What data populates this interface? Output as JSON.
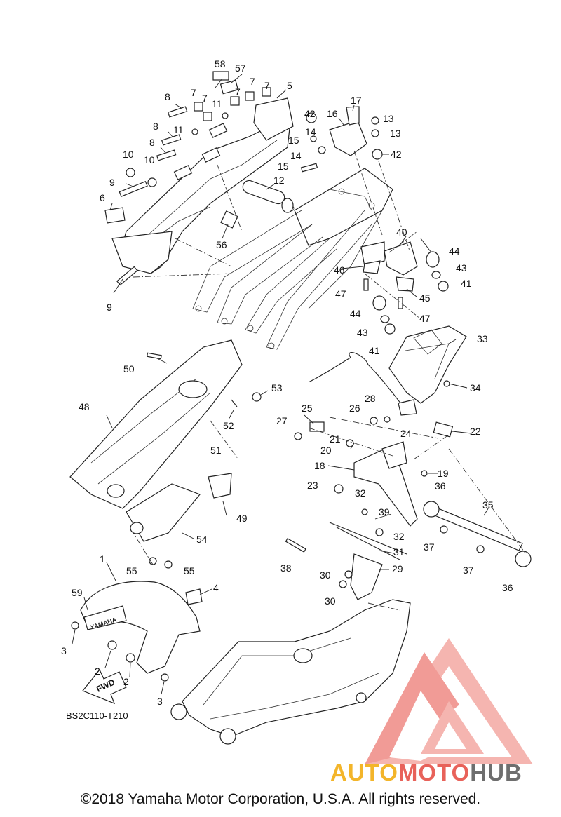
{
  "diagram": {
    "drawing_code": "BS2C110-T210",
    "fwd_label": "FWD",
    "fender_brand": "YAMAHA",
    "part_labels": [
      {
        "id": "p58",
        "text": "58"
      },
      {
        "id": "p57",
        "text": "57"
      },
      {
        "id": "p5",
        "text": "5"
      },
      {
        "id": "p7a",
        "text": "7"
      },
      {
        "id": "p7b",
        "text": "7"
      },
      {
        "id": "p7c",
        "text": "7"
      },
      {
        "id": "p7d",
        "text": "7"
      },
      {
        "id": "p7e",
        "text": "7"
      },
      {
        "id": "p8a",
        "text": "8"
      },
      {
        "id": "p8b",
        "text": "8"
      },
      {
        "id": "p8c",
        "text": "8"
      },
      {
        "id": "p11a",
        "text": "11"
      },
      {
        "id": "p11b",
        "text": "11"
      },
      {
        "id": "p10a",
        "text": "10"
      },
      {
        "id": "p10b",
        "text": "10"
      },
      {
        "id": "p9a",
        "text": "9"
      },
      {
        "id": "p9b",
        "text": "9"
      },
      {
        "id": "p6",
        "text": "6"
      },
      {
        "id": "p12",
        "text": "12"
      },
      {
        "id": "p56",
        "text": "56"
      },
      {
        "id": "p17",
        "text": "17"
      },
      {
        "id": "p16",
        "text": "16"
      },
      {
        "id": "p42a",
        "text": "42"
      },
      {
        "id": "p42b",
        "text": "42"
      },
      {
        "id": "p13a",
        "text": "13"
      },
      {
        "id": "p13b",
        "text": "13"
      },
      {
        "id": "p14a",
        "text": "14"
      },
      {
        "id": "p14b",
        "text": "14"
      },
      {
        "id": "p15a",
        "text": "15"
      },
      {
        "id": "p15b",
        "text": "15"
      },
      {
        "id": "p40",
        "text": "40"
      },
      {
        "id": "p44a",
        "text": "44"
      },
      {
        "id": "p44b",
        "text": "44"
      },
      {
        "id": "p43a",
        "text": "43"
      },
      {
        "id": "p43b",
        "text": "43"
      },
      {
        "id": "p41a",
        "text": "41"
      },
      {
        "id": "p41b",
        "text": "41"
      },
      {
        "id": "p46",
        "text": "46"
      },
      {
        "id": "p45",
        "text": "45"
      },
      {
        "id": "p47a",
        "text": "47"
      },
      {
        "id": "p47b",
        "text": "47"
      },
      {
        "id": "p33",
        "text": "33"
      },
      {
        "id": "p34",
        "text": "34"
      },
      {
        "id": "p50",
        "text": "50"
      },
      {
        "id": "p53",
        "text": "53"
      },
      {
        "id": "p48",
        "text": "48"
      },
      {
        "id": "p52",
        "text": "52"
      },
      {
        "id": "p51",
        "text": "51"
      },
      {
        "id": "p49",
        "text": "49"
      },
      {
        "id": "p54",
        "text": "54"
      },
      {
        "id": "p55a",
        "text": "55"
      },
      {
        "id": "p55b",
        "text": "55"
      },
      {
        "id": "p25",
        "text": "25"
      },
      {
        "id": "p26",
        "text": "26"
      },
      {
        "id": "p28",
        "text": "28"
      },
      {
        "id": "p24",
        "text": "24"
      },
      {
        "id": "p27",
        "text": "27"
      },
      {
        "id": "p21",
        "text": "21"
      },
      {
        "id": "p20",
        "text": "20"
      },
      {
        "id": "p22",
        "text": "22"
      },
      {
        "id": "p18",
        "text": "18"
      },
      {
        "id": "p19",
        "text": "19"
      },
      {
        "id": "p23",
        "text": "23"
      },
      {
        "id": "p36a",
        "text": "36"
      },
      {
        "id": "p36b",
        "text": "36"
      },
      {
        "id": "p35",
        "text": "35"
      },
      {
        "id": "p32a",
        "text": "32"
      },
      {
        "id": "p32b",
        "text": "32"
      },
      {
        "id": "p39",
        "text": "39"
      },
      {
        "id": "p31",
        "text": "31"
      },
      {
        "id": "p37a",
        "text": "37"
      },
      {
        "id": "p37b",
        "text": "37"
      },
      {
        "id": "p38",
        "text": "38"
      },
      {
        "id": "p29",
        "text": "29"
      },
      {
        "id": "p30a",
        "text": "30"
      },
      {
        "id": "p30b",
        "text": "30"
      },
      {
        "id": "p1",
        "text": "1"
      },
      {
        "id": "p59",
        "text": "59"
      },
      {
        "id": "p4",
        "text": "4"
      },
      {
        "id": "p3a",
        "text": "3"
      },
      {
        "id": "p3b",
        "text": "3"
      },
      {
        "id": "p2a",
        "text": "2"
      },
      {
        "id": "p2b",
        "text": "2"
      }
    ]
  },
  "watermark": {
    "part1": "AUTO",
    "part2": "MOTO",
    "part3": "HUB",
    "colors": {
      "auto": "#f3b52a",
      "moto": "#e8625a",
      "hub": "#6e6e6e",
      "logo": "#ef8a84"
    }
  },
  "footer": {
    "copyright": "©2018 Yamaha Motor Corporation, U.S.A. All rights reserved."
  }
}
